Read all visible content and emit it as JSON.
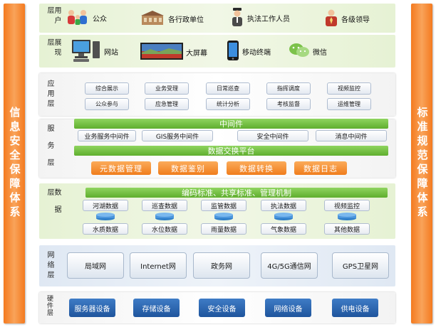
{
  "side": {
    "left": "信息安全保障体系",
    "right": "标准规范保障体系"
  },
  "layers": {
    "user": {
      "label": "用户层",
      "items": [
        {
          "label": "公众",
          "icon": "family-icon"
        },
        {
          "label": "各行政单位",
          "icon": "government-building-icon"
        },
        {
          "label": "执法工作人员",
          "icon": "officer-icon"
        },
        {
          "label": "各级领导",
          "icon": "leader-icon"
        }
      ]
    },
    "display": {
      "label": "展现层",
      "items": [
        {
          "label": "网站",
          "icon": "computer-icon"
        },
        {
          "label": "大屏幕",
          "icon": "big-screen-icon"
        },
        {
          "label": "移动终端",
          "icon": "smartphone-icon"
        },
        {
          "label": "微信",
          "icon": "wechat-icon"
        }
      ]
    },
    "app": {
      "label": "应用层",
      "row1": [
        "综合展示",
        "业务受理",
        "日常巡查",
        "指挥调度",
        "视频监控"
      ],
      "row2": [
        "公众参与",
        "应急管理",
        "统计分析",
        "考核监督",
        "运维管理"
      ]
    },
    "service": {
      "label": "服务层",
      "middleware": "中间件",
      "middleware_items": [
        "业务服务中间件",
        "GIS服务中间件",
        "安全中间件",
        "消息中间件"
      ],
      "exchange": "数据交换平台",
      "exchange_items": [
        "元数据管理",
        "数据鉴别",
        "数据转换",
        "数据日志"
      ]
    },
    "data": {
      "label": "数据层",
      "standard": "编码标准、共享标准、管理机制",
      "row1": [
        "河湖数据",
        "巡查数据",
        "监管数据",
        "执法数据",
        "视频监控"
      ],
      "row2": [
        "水质数据",
        "水位数据",
        "雨量数据",
        "气象数据",
        "其他数据"
      ]
    },
    "network": {
      "label": "网络层",
      "items": [
        "局域网",
        "Internet网",
        "政务网",
        "4G/5G通信网",
        "GPS卫星网"
      ]
    },
    "hardware": {
      "label": "硬件层",
      "items": [
        "服务器设备",
        "存储设备",
        "安全设备",
        "网络设备",
        "供电设备"
      ]
    }
  },
  "colors": {
    "side": "#f47a1f",
    "green_layer": "#e6f2d4",
    "green_bar": "#6cb83a",
    "orange_button": "#f39a3f",
    "hardware_button": "#2a65ad",
    "network_layer": "#dfe8f3"
  }
}
